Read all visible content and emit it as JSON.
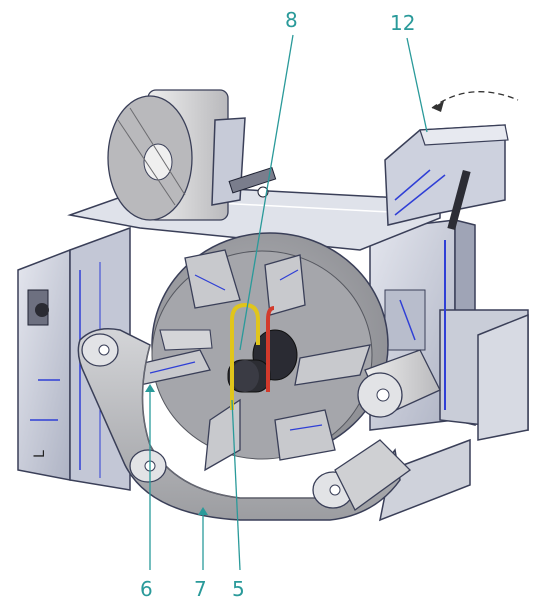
{
  "diagram": {
    "callouts": [
      {
        "id": "c8",
        "label": "8"
      },
      {
        "id": "c12",
        "label": "12"
      },
      {
        "id": "c6",
        "label": "6"
      },
      {
        "id": "c7",
        "label": "7"
      },
      {
        "id": "c5",
        "label": "5"
      }
    ],
    "side_mark": "L",
    "colors": {
      "callout": "#2a9a9a",
      "sheet_metal": "#c9cdd8",
      "sheet_edge": "#3a3f58",
      "disc": "#a9aaae",
      "belt": "#bfc0c3",
      "roll": "#cfd0d3",
      "accent_blue": "#2f3fd6",
      "rod_yellow": "#e0c51b",
      "rod_red": "#d23a2c"
    }
  }
}
